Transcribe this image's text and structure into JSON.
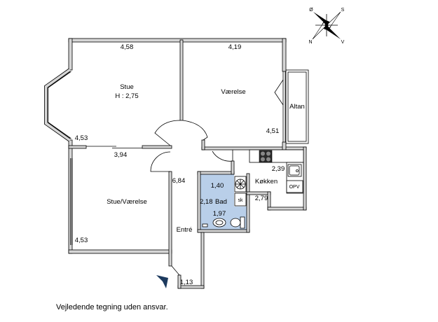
{
  "rooms": {
    "stue": "Stue",
    "stue_height": "H : 2,75",
    "vaerelse": "Værelse",
    "altan": "Altan",
    "stue_vaerelse": "Stue/Værelse",
    "koekken": "Køkken",
    "bad": "Bad",
    "entre": "Entré"
  },
  "dimensions": {
    "stue_width": "4,58",
    "vaerelse_width": "4,19",
    "vaerelse_depth": "4,51",
    "stue_depth": "4,53",
    "opening_width": "3,94",
    "koekken_width": "2,39",
    "koekken_depth": "2,79",
    "bad_width": "1,40",
    "bad_length": "2,18",
    "bad_depth": "1,97",
    "entre_length": "6,84",
    "stue_vaerelse_depth": "4,53",
    "entre_width": "1,13"
  },
  "fixtures": {
    "opv": "OPV",
    "sk": "sk"
  },
  "compass": {
    "east": "Ø",
    "south": "S",
    "north": "N",
    "west": "V"
  },
  "disclaimer": "Vejledende tegning uden ansvar.",
  "colors": {
    "bathroom_fill": "#b9cfe9",
    "wall_fill": "#d6d6d6",
    "entrance_arrow": "#1c3a5e"
  }
}
